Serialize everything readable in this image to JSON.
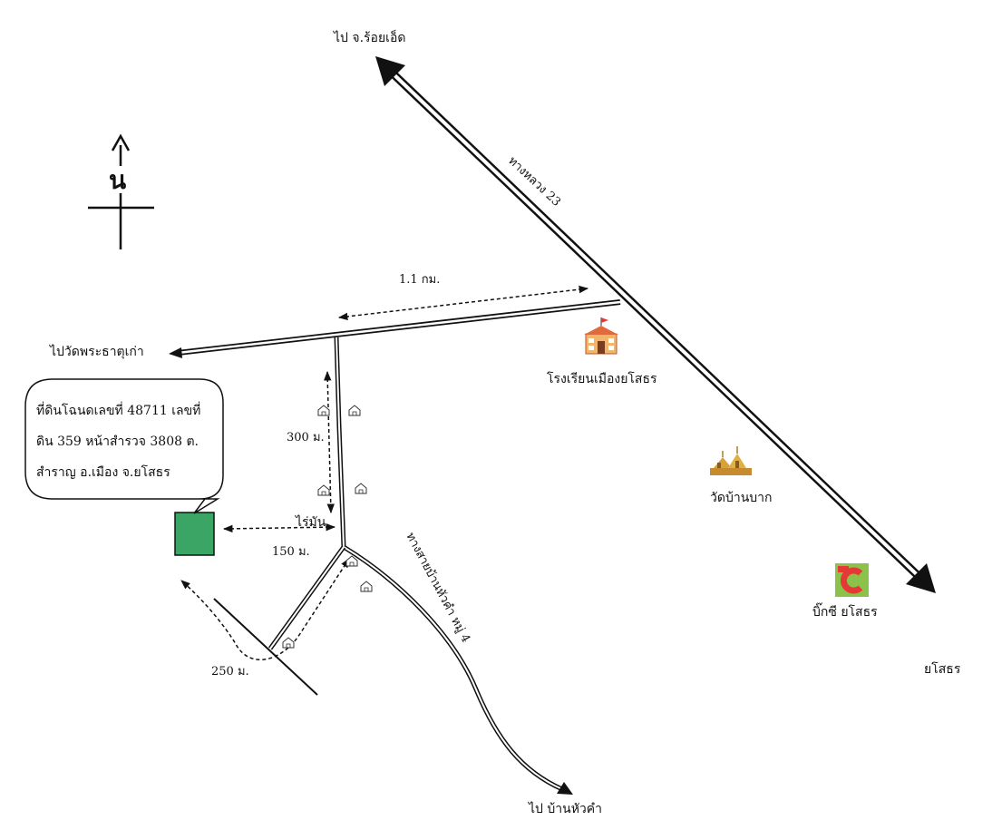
{
  "north": {
    "label": "น"
  },
  "labels": {
    "to_roiet": "ไป จ.ร้อยเอ็ด",
    "highway": "ทางหลวง 23",
    "dist_1_1km": "1.1 กม.",
    "to_wat_phrathat": "ไปวัดพระธาตุเก่า",
    "school": "โรงเรียนเมืองยโสธร",
    "temple": "วัดบ้านบาก",
    "bigc": "บิ๊กซี ยโสธร",
    "yasothon": "ยโสธร",
    "dist_300m": "300 ม.",
    "rai_mun": "ไร่มัน",
    "dist_150m": "150 ม.",
    "dist_250m": "250 ม.",
    "road_huakham": "ทางสายบ้านหัวคำ หมู่ 4",
    "to_ban_huakham": "ไป บ้านหัวคำ"
  },
  "callout": {
    "lines": [
      "ที่ดินโฉนดเลขที่ 48711 เลขที่",
      "ดิน 359 หน้าสำรวจ 3808  ต.",
      "สำราญ  อ.เมือง จ.ยโสธร"
    ]
  },
  "colors": {
    "parcel": "#3aa565",
    "ink": "#111111",
    "school_roof": "#e06a3c",
    "bigc_bg": "#8bc34a",
    "bigc_c": "#e53935"
  },
  "icons": [
    "north-arrow-icon",
    "school-icon",
    "temple-icon",
    "bigc-logo-icon",
    "house-icon"
  ]
}
